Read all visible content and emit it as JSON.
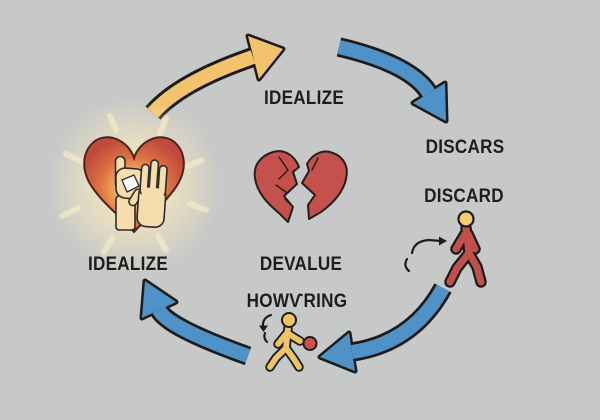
{
  "colors": {
    "background": "#c7c8c8",
    "text": "#1d1d1d",
    "outline": "#1c1c1c",
    "arrow-yellow": "#f2c36c",
    "arrow-blue": "#4e92c7",
    "heart-red": "#c5514d",
    "hand-cream": "#f7dcae",
    "figure-red": "#c05048",
    "figure-yellow": "#efc465",
    "head-yellow": "#f7ca6e",
    "ball-red": "#d04f4d"
  },
  "diagram": {
    "type": "cycle",
    "nodes": [
      {
        "id": "idealize-top",
        "label": "IDEALIZE"
      },
      {
        "id": "discars",
        "label": "DISCARS"
      },
      {
        "id": "discard",
        "label": "DISCARD"
      },
      {
        "id": "devalue",
        "label": "DEVALUE"
      },
      {
        "id": "hoovering",
        "label": "HOWѴRING"
      },
      {
        "id": "idealize-left",
        "label": "IDEALIZE"
      }
    ],
    "icons": [
      "glowing-heart-hands-icon",
      "broken-heart-icon",
      "walking-person-red-icon",
      "walking-person-ball-icon"
    ],
    "arrows": [
      {
        "id": "idealize-cycle-arrow",
        "color": "yellow",
        "from": "idealize-left",
        "to": "idealize-top"
      },
      {
        "id": "discard-cycle-arrow",
        "color": "blue",
        "from": "idealize-top",
        "to": "discard"
      },
      {
        "id": "hoovering-cycle-arrow",
        "color": "blue",
        "from": "discard",
        "to": "hoovering"
      },
      {
        "id": "return-cycle-arrow",
        "color": "blue",
        "from": "hoovering",
        "to": "idealize-left"
      }
    ]
  }
}
